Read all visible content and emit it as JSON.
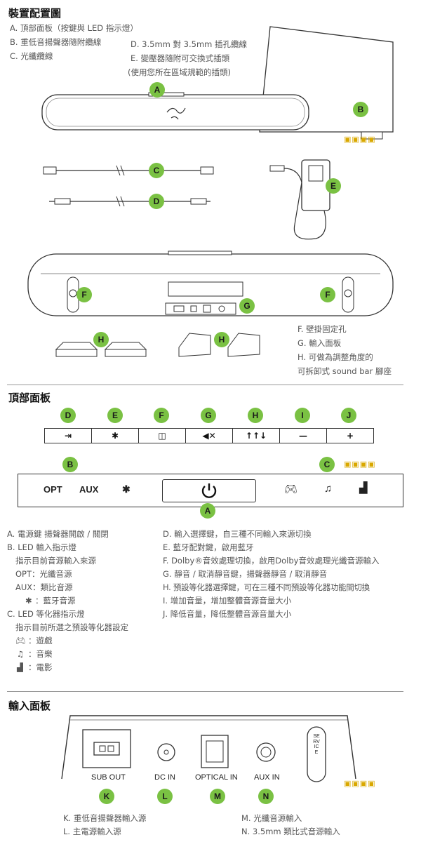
{
  "section1": {
    "title": "裝置配置圖",
    "items": {
      "a": "A. 頂部面板（按鍵與 LED 指示燈）",
      "b": "B. 重低音揚聲器隨附纜線",
      "c": "C. 光纖纜線",
      "d": "D. 3.5mm 對 3.5mm 插孔纜線",
      "e1": "E. 變壓器隨附可交換式插頭",
      "e2": "(使用您所在區域規範的插頭)",
      "f": "F. 壁掛固定孔",
      "g": "G. 輸入面板",
      "h1": "H. 可做為調整角度的",
      "h2": "可拆卸式 sound bar 腳座"
    },
    "badges": [
      "A",
      "B",
      "C",
      "D",
      "E",
      "F",
      "G",
      "H"
    ]
  },
  "section2": {
    "title": "頂部面板",
    "buttons": [
      {
        "letter": "D",
        "symbol": "⇥"
      },
      {
        "letter": "E",
        "symbol": "✱"
      },
      {
        "letter": "F",
        "symbol": "◫"
      },
      {
        "letter": "G",
        "symbol": "◀✕"
      },
      {
        "letter": "H",
        "symbol": "↑↑↓"
      },
      {
        "letter": "I",
        "symbol": "—"
      },
      {
        "letter": "J",
        "symbol": "+"
      }
    ],
    "panel": {
      "opt": "OPT",
      "aux": "AUX",
      "badge_b": "B",
      "badge_c": "C",
      "badge_a": "A"
    },
    "left_desc": {
      "a": "A. 電源鍵 揚聲器開啟 / 關閉",
      "b": "B. LED 輸入指示燈",
      "b_sub": "指示目前音源輸入來源",
      "opt": "OPT：光纖音源",
      "aux": "AUX：類比音源",
      "bt": "：藍牙音源",
      "c": "C. LED 等化器指示燈",
      "c_sub": "指示目前所選之預設等化器設定",
      "game": "：遊戲",
      "music": "：音樂",
      "movie": "：電影"
    },
    "right_desc": {
      "d": "D. 輸入選擇鍵，自三種不同輸入來源切換",
      "e": "E. 藍牙配對鍵，啟用藍牙",
      "f": "F. Dolby®音效處理切換，啟用Dolby音效處理光纖音源輸入",
      "g": "G. 靜音 / 取消靜音鍵，揚聲器靜音 / 取消靜音",
      "h": "H. 預設等化器選擇鍵，可在三種不同預設等化器功能間切換",
      "i": "I. 增加音量，增加整體音源音量大小",
      "j": "J. 降低音量，降低整體音源音量大小"
    }
  },
  "section3": {
    "title": "輸入面板",
    "ports": {
      "sub": "SUB OUT",
      "dc": "DC IN",
      "optical": "OPTICAL IN",
      "aux": "AUX IN",
      "service": "SERVICE"
    },
    "badges": [
      "K",
      "L",
      "M",
      "N"
    ],
    "desc": {
      "k": "K. 重低音揚聲器輸入源",
      "l": "L. 主電源輸入源",
      "m": "M. 光纖音源輸入",
      "n": "N. 3.5mm 類比式音源輸入"
    }
  }
}
